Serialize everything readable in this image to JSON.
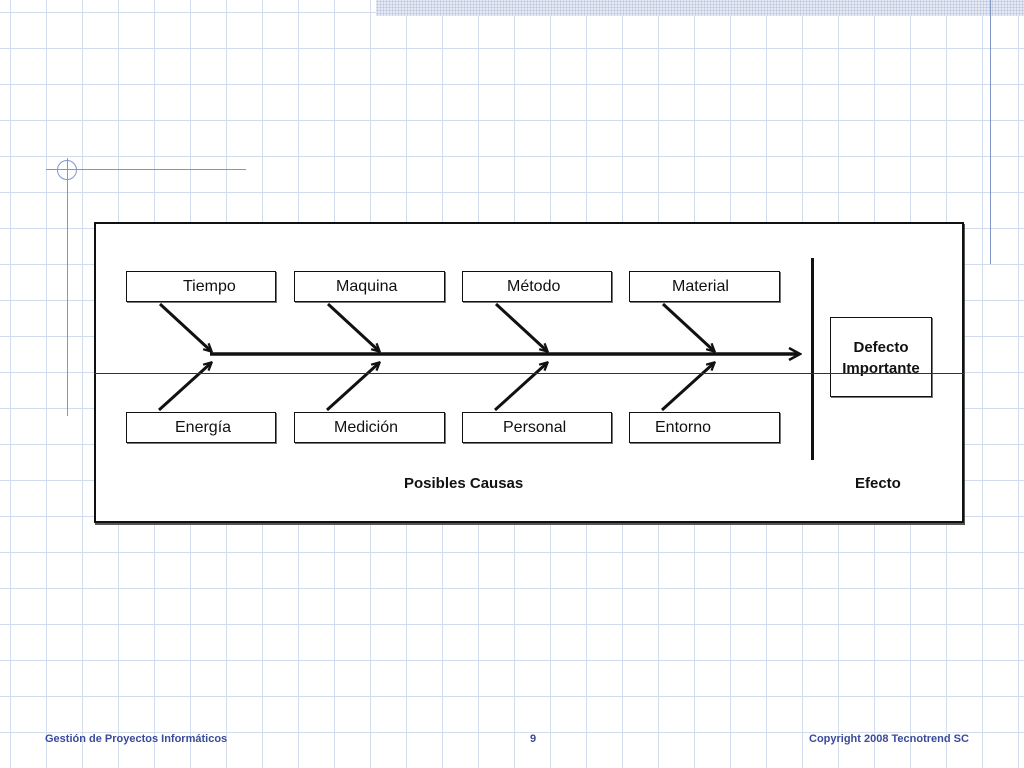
{
  "diagram": {
    "causes_top": [
      "Tiempo",
      "Maquina",
      "Método",
      "Material"
    ],
    "causes_bottom": [
      "Energía",
      "Medición",
      "Personal",
      "Entorno"
    ],
    "effect_line1": "Defecto",
    "effect_line2": "Importante",
    "causes_label": "Posibles Causas",
    "effect_label": "Efecto"
  },
  "footer": {
    "course": "Gestión de Proyectos Informáticos",
    "page": "9",
    "copyright": "Copyright  2008 Tecnotrend SC"
  }
}
